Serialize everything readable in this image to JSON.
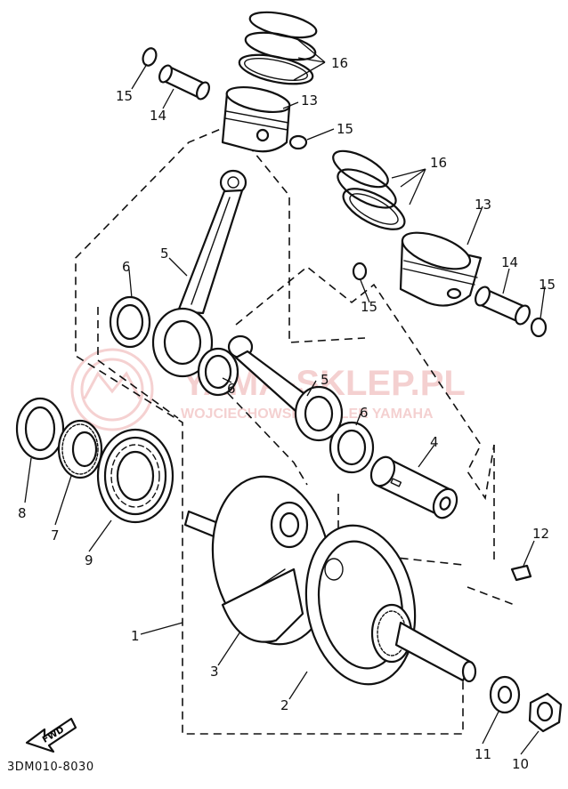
{
  "diagram_code": "3DM010-8030",
  "fwd_label": "FWD",
  "watermark": {
    "line1": "YAMA-SKLEP.PL",
    "line2": "WOJCIECHOWSKI DEALER YAMAHA"
  },
  "labels": {
    "l1": "1",
    "l2": "2",
    "l3": "3",
    "l4": "4",
    "l5a": "5",
    "l5b": "5",
    "l6a": "6",
    "l6b": "6",
    "l6c": "6",
    "l7": "7",
    "l8": "8",
    "l9": "9",
    "l10": "10",
    "l11": "11",
    "l12": "12",
    "l13a": "13",
    "l13b": "13",
    "l14a": "14",
    "l14b": "14",
    "l15a": "15",
    "l15b": "15",
    "l15c": "15",
    "l15d": "15",
    "l16a": "16",
    "l16b": "16"
  },
  "colors": {
    "ink": "#111111",
    "watermark": "#e07b7b"
  }
}
